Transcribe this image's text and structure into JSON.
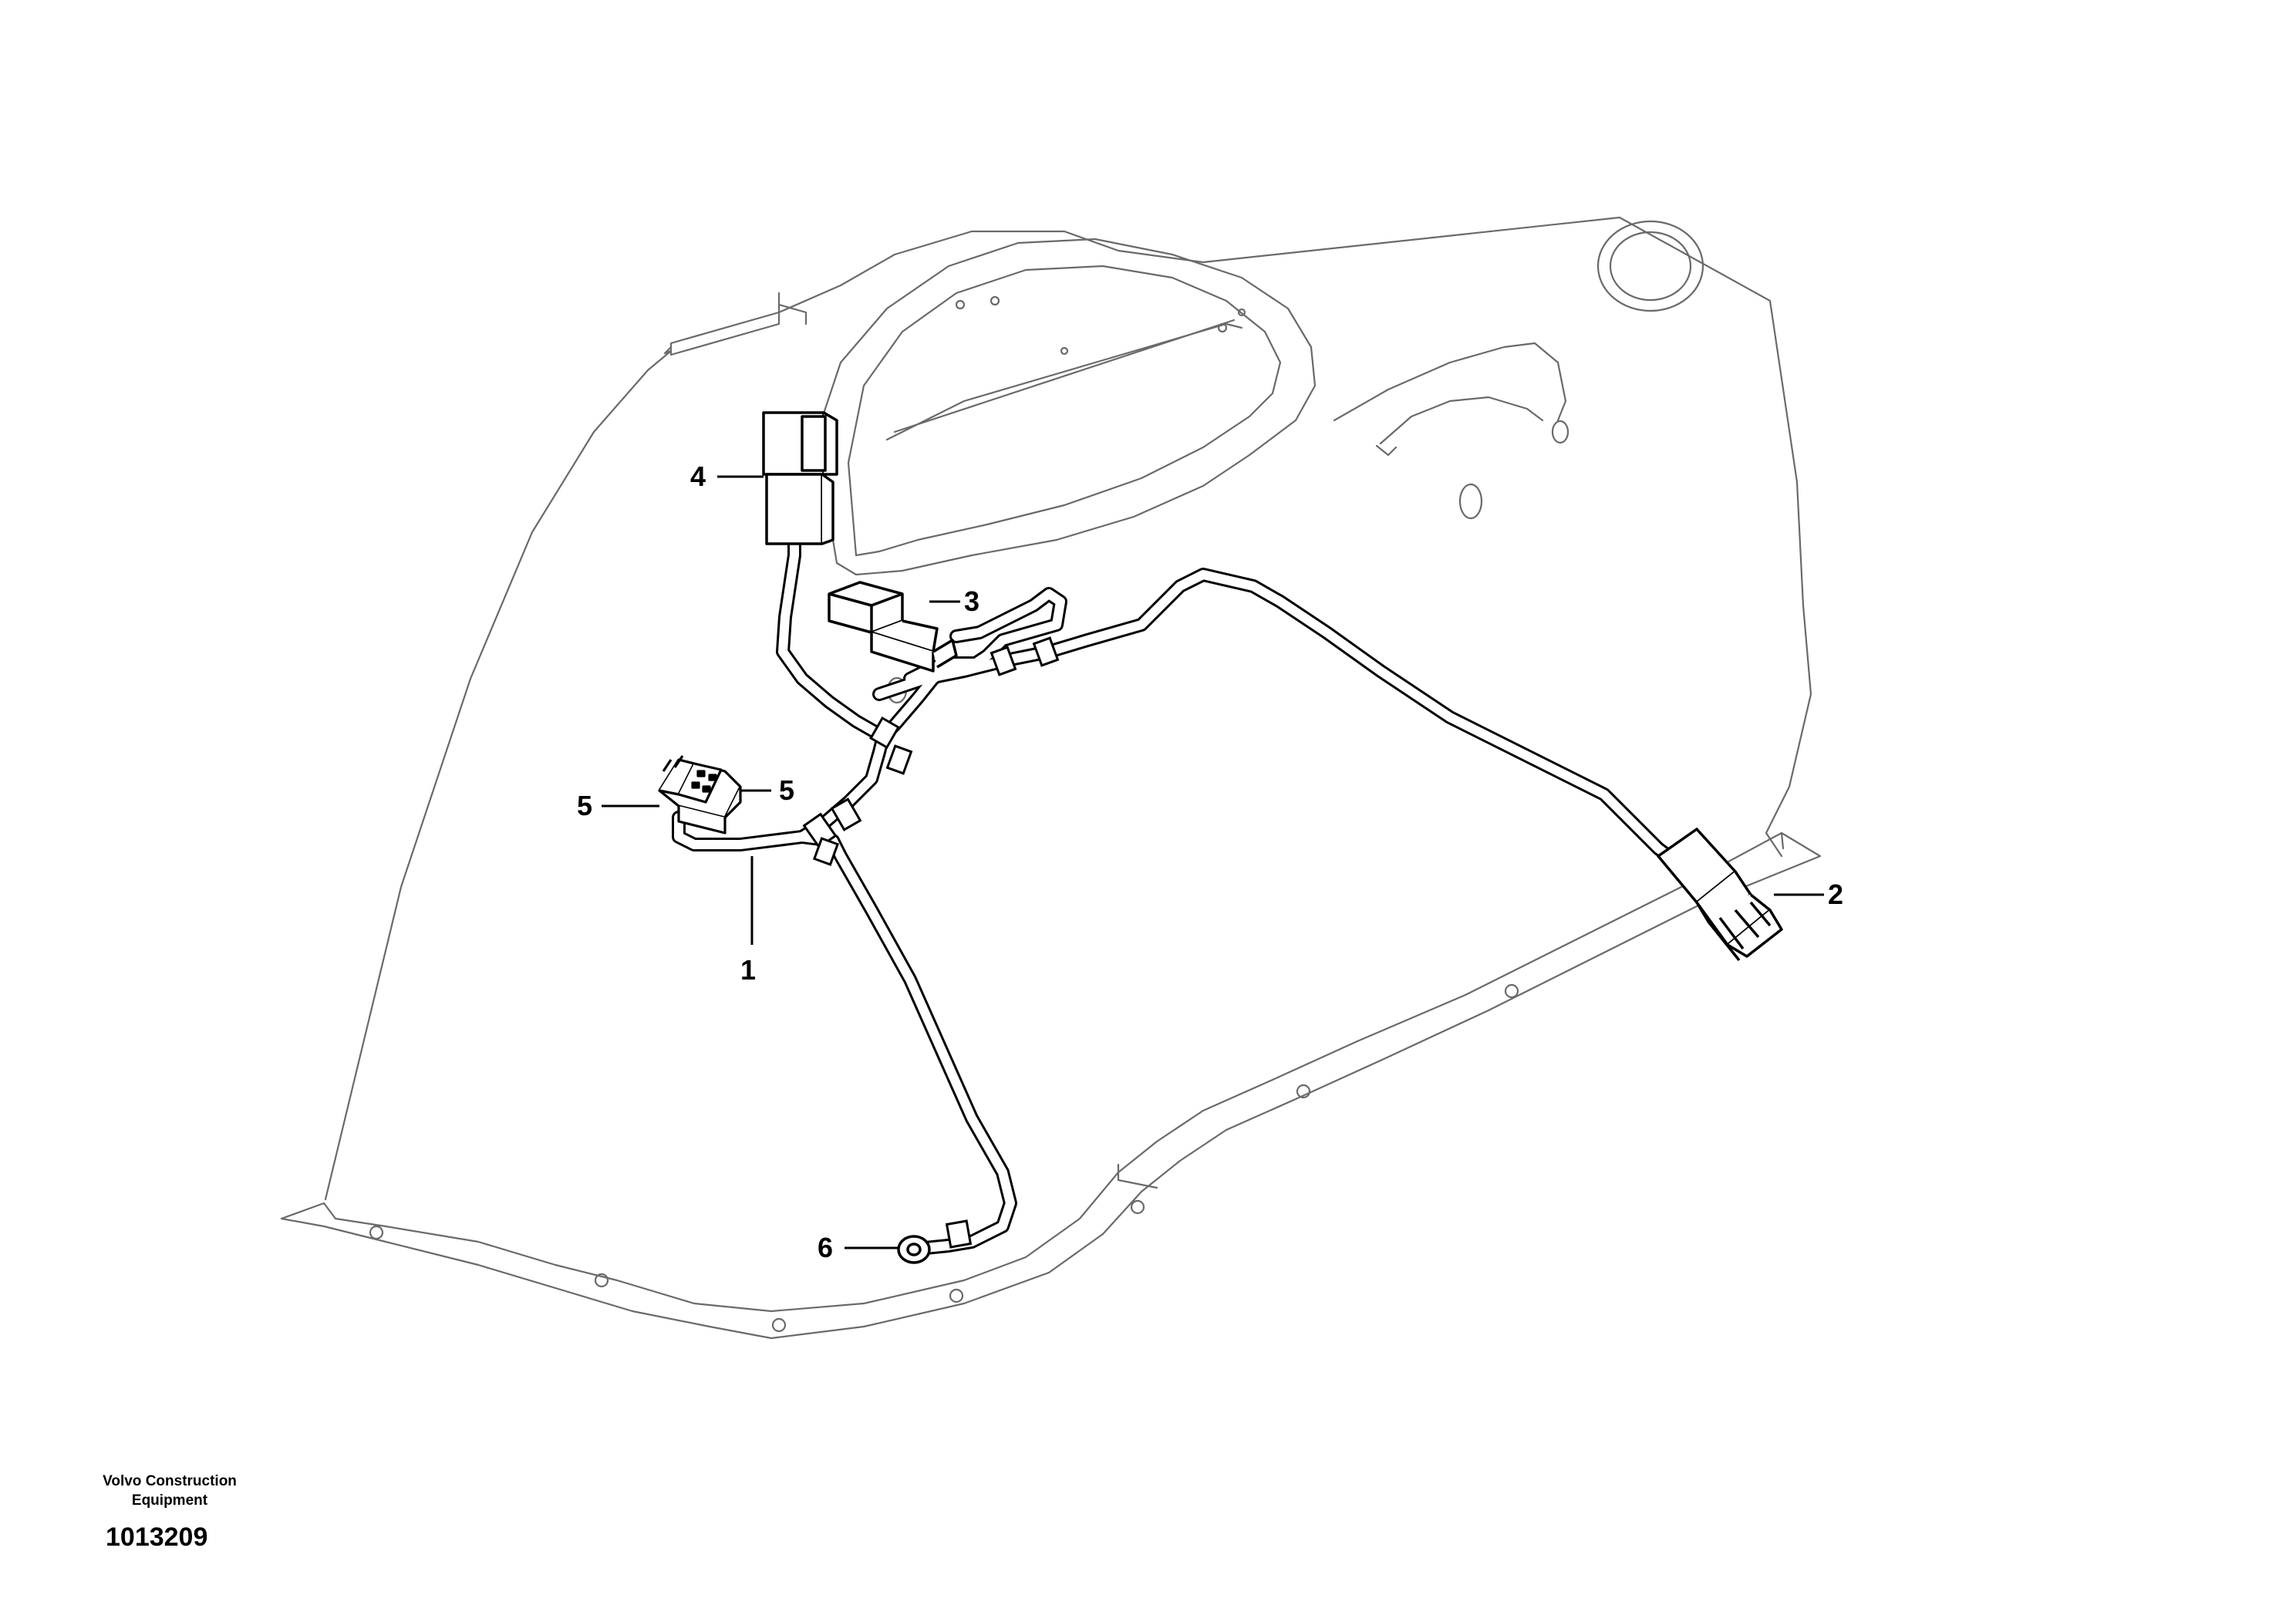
{
  "diagram": {
    "callouts": [
      {
        "id": "1",
        "label": "1"
      },
      {
        "id": "2",
        "label": "2"
      },
      {
        "id": "3",
        "label": "3"
      },
      {
        "id": "4",
        "label": "4"
      },
      {
        "id": "5a",
        "label": "5"
      },
      {
        "id": "5b",
        "label": "5"
      },
      {
        "id": "6",
        "label": "6"
      }
    ]
  },
  "footer": {
    "company_line1": "Volvo Construction",
    "company_line2": "Equipment",
    "document_number": "1013209"
  },
  "colors": {
    "outline": "#000000",
    "background": "#ffffff",
    "panel_line": "#6a6a6a"
  }
}
